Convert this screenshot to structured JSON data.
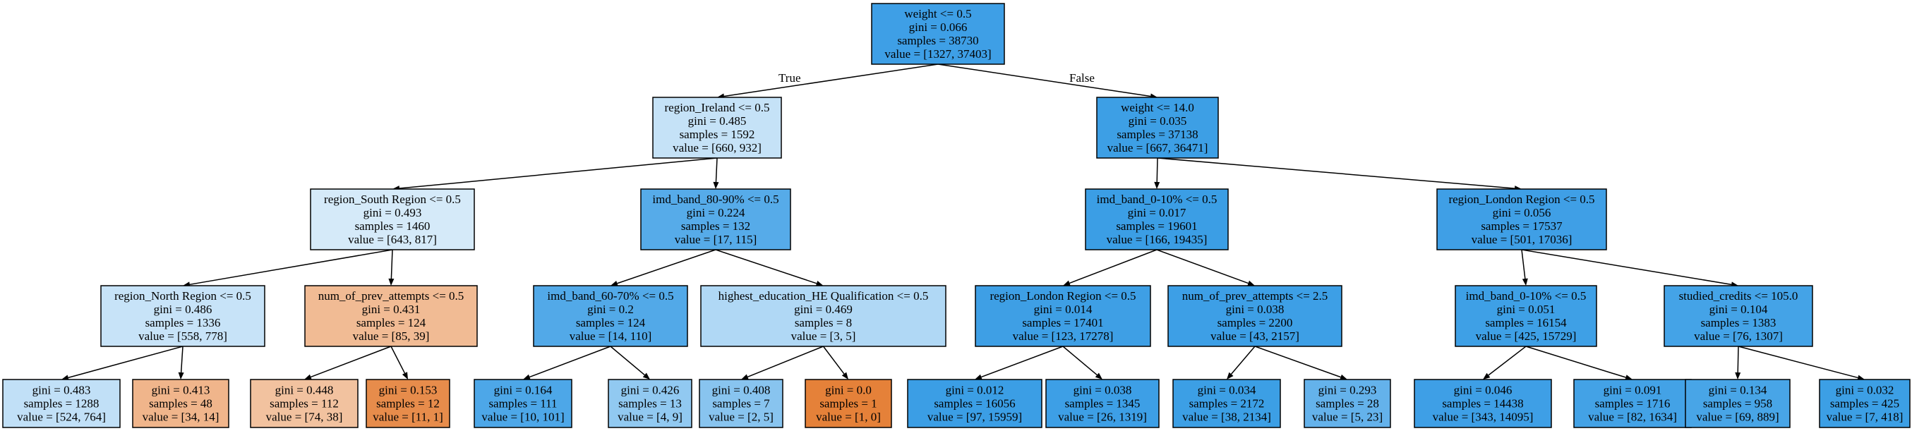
{
  "tree": {
    "edge_labels": {
      "left": "True",
      "right": "False"
    },
    "nodes": [
      {
        "id": "n0",
        "lines": [
          "weight <= 0.5",
          "gini = 0.066",
          "samples = 38730",
          "value = [1327, 37403]"
        ],
        "fill": "#3e9fe6"
      },
      {
        "id": "n1",
        "lines": [
          "region_Ireland <= 0.5",
          "gini = 0.485",
          "samples = 1592",
          "value = [660, 932]"
        ],
        "fill": "#c5e2f7"
      },
      {
        "id": "n2",
        "lines": [
          "weight <= 14.0",
          "gini = 0.035",
          "samples = 37138",
          "value = [667, 36471]"
        ],
        "fill": "#3d9fe5"
      },
      {
        "id": "n3",
        "lines": [
          "region_South Region <= 0.5",
          "gini = 0.493",
          "samples = 1460",
          "value = [643, 817]"
        ],
        "fill": "#d5eaf9"
      },
      {
        "id": "n4",
        "lines": [
          "imd_band_80-90% <= 0.5",
          "gini = 0.224",
          "samples = 132",
          "value = [17, 115]"
        ],
        "fill": "#56abe9"
      },
      {
        "id": "n5",
        "lines": [
          "imd_band_0-10% <= 0.5",
          "gini = 0.017",
          "samples = 19601",
          "value = [166, 19435]"
        ],
        "fill": "#3b9ee5"
      },
      {
        "id": "n6",
        "lines": [
          "region_London Region <= 0.5",
          "gini = 0.056",
          "samples = 17537",
          "value = [501, 17036]"
        ],
        "fill": "#3f9fe6"
      },
      {
        "id": "n7",
        "lines": [
          "region_North Region <= 0.5",
          "gini = 0.486",
          "samples = 1336",
          "value = [558, 778]"
        ],
        "fill": "#c7e3f8"
      },
      {
        "id": "n8",
        "lines": [
          "num_of_prev_attempts <= 0.5",
          "gini = 0.431",
          "samples = 124",
          "value = [85, 39]"
        ],
        "fill": "#f1bb94"
      },
      {
        "id": "n9",
        "lines": [
          "imd_band_60-70% <= 0.5",
          "gini = 0.2",
          "samples = 124",
          "value = [14, 110]"
        ],
        "fill": "#52a9e8"
      },
      {
        "id": "n10",
        "lines": [
          "highest_education_HE Qualification <= 0.5",
          "gini = 0.469",
          "samples = 8",
          "value = [3, 5]"
        ],
        "fill": "#b0d8f5"
      },
      {
        "id": "n11",
        "lines": [
          "region_London Region <= 0.5",
          "gini = 0.014",
          "samples = 17401",
          "value = [123, 17278]"
        ],
        "fill": "#3e9fe5"
      },
      {
        "id": "n12",
        "lines": [
          "num_of_prev_attempts <= 2.5",
          "gini = 0.038",
          "samples = 2200",
          "value = [43, 2157]"
        ],
        "fill": "#3d9fe6"
      },
      {
        "id": "n13",
        "lines": [
          "imd_band_0-10% <= 0.5",
          "gini = 0.051",
          "samples = 16154",
          "value = [425, 15729]"
        ],
        "fill": "#3ea0e6"
      },
      {
        "id": "n14",
        "lines": [
          "studied_credits <= 105.0",
          "gini = 0.104",
          "samples = 1383",
          "value = [76, 1307]"
        ],
        "fill": "#44a3e7"
      },
      {
        "id": "n15",
        "lines": [
          "gini = 0.483",
          "samples = 1288",
          "value = [524, 764]"
        ],
        "fill": "#c1e0f7"
      },
      {
        "id": "n16",
        "lines": [
          "gini = 0.413",
          "samples = 48",
          "value = [34, 14]"
        ],
        "fill": "#f0b58b"
      },
      {
        "id": "n17",
        "lines": [
          "gini = 0.448",
          "samples = 112",
          "value = [74, 38]"
        ],
        "fill": "#f2c29f"
      },
      {
        "id": "n18",
        "lines": [
          "gini = 0.153",
          "samples = 12",
          "value = [11, 1]"
        ],
        "fill": "#e78c4b"
      },
      {
        "id": "n19",
        "lines": [
          "gini = 0.164",
          "samples = 111",
          "value = [10, 101]"
        ],
        "fill": "#4da7e8"
      },
      {
        "id": "n20",
        "lines": [
          "gini = 0.426",
          "samples = 13",
          "value = [4, 9]"
        ],
        "fill": "#91c9f1"
      },
      {
        "id": "n21",
        "lines": [
          "gini = 0.408",
          "samples = 7",
          "value = [2, 5]"
        ],
        "fill": "#88c4ef"
      },
      {
        "id": "n22",
        "lines": [
          "gini = 0.0",
          "samples = 1",
          "value = [1, 0]"
        ],
        "fill": "#e58139"
      },
      {
        "id": "n23",
        "lines": [
          "gini = 0.012",
          "samples = 16056",
          "value = [97, 15959]"
        ],
        "fill": "#3b9ee5"
      },
      {
        "id": "n24",
        "lines": [
          "gini = 0.038",
          "samples = 1345",
          "value = [26, 1319]"
        ],
        "fill": "#3d9fe6"
      },
      {
        "id": "n25",
        "lines": [
          "gini = 0.034",
          "samples = 2172",
          "value = [38, 2134]"
        ],
        "fill": "#3c9fe5"
      },
      {
        "id": "n26",
        "lines": [
          "gini = 0.293",
          "samples = 28",
          "value = [5, 23]"
        ],
        "fill": "#64b2eb"
      },
      {
        "id": "n27",
        "lines": [
          "gini = 0.046",
          "samples = 14438",
          "value = [343, 14095]"
        ],
        "fill": "#3e9fe6"
      },
      {
        "id": "n28",
        "lines": [
          "gini = 0.091",
          "samples = 1716",
          "value = [82, 1634]"
        ],
        "fill": "#43a2e6"
      },
      {
        "id": "n29",
        "lines": [
          "gini = 0.134",
          "samples = 958",
          "value = [69, 889]"
        ],
        "fill": "#48a5e7"
      },
      {
        "id": "n30",
        "lines": [
          "gini = 0.032",
          "samples = 425",
          "value = [7, 418]"
        ],
        "fill": "#3c9fe5"
      }
    ]
  }
}
